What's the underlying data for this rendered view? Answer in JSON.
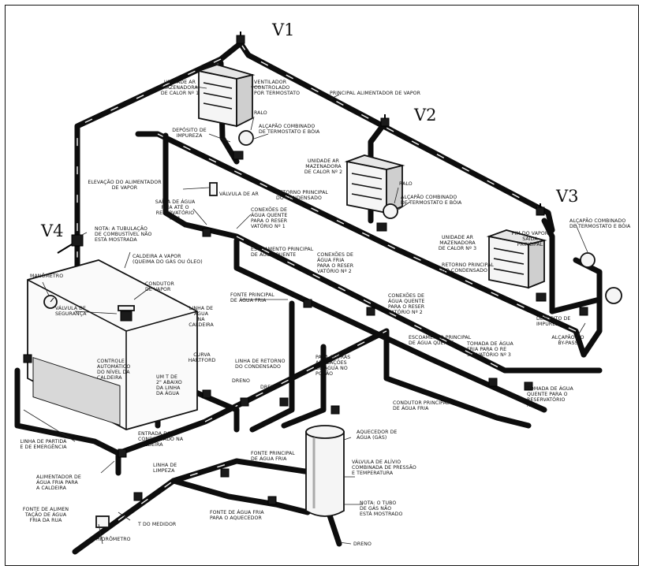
{
  "valves": {
    "v1": "V1",
    "v2": "V2",
    "v3": "V3",
    "v4": "V4"
  },
  "labels": {
    "unit1": [
      "UNIDADE AR",
      "MAZENADORA",
      "DE CALOR Nº 1"
    ],
    "fan": [
      "VENTILADOR",
      "CONTROLADO",
      "POR TERMOSTATO"
    ],
    "main_steam": [
      "PRINCIPAL ALIMENTADOR DE VAPOR"
    ],
    "ralo1": [
      "RALO"
    ],
    "trap1": [
      "ALÇAPÃO COMBINADO",
      "DE TERMOSTATO E BÓIA"
    ],
    "dep1": [
      "DEPÓSITO DE",
      "IMPUREZA"
    ],
    "unit2": [
      "UNIDADE AR",
      "MAZENADORA",
      "DE CALOR Nº 2"
    ],
    "ralo2": [
      "RALO"
    ],
    "trap2": [
      "ALÇAPÃO COMBINADO",
      "DE TERMOSTATO E BÓIA"
    ],
    "riser": [
      "ELEVAÇÃO DO ALIMENTADOR",
      "DE VAPOR"
    ],
    "air_valve": [
      "VÁLVULA DE AR"
    ],
    "cond_return": [
      "RETORNO PRINCIPAL",
      "DO CONDENSADO"
    ],
    "cold_out1": [
      "SAÍDA DE ÁGUA",
      "FRIA ATÉ O",
      "RESERVATÓRIO",
      "Nº 1"
    ],
    "hot_conn1": [
      "CONEXÕES DE",
      "ÁGUA QUENTE",
      "PARA O RESER",
      "VATÓRIO Nº 1"
    ],
    "trap3": [
      "ALÇAPÃO COMBINADO",
      "DE TERMOSTATO E BÓIA"
    ],
    "unit3": [
      "UNIDADE AR",
      "MAZENADORA",
      "DE CALOR Nº 3"
    ],
    "steam_end": [
      "FIM DO VAPOR",
      "SAÍDA",
      "PRINCIPAL"
    ],
    "note_fuel": [
      "NOTA: A TUBULAÇÃO",
      "DE COMBUSTÍVEL NÃO",
      "ESTÁ MOSTRADA"
    ],
    "boiler": [
      "CALDEIRA A VAPOR",
      "(QUEIMA DO GÁS OU ÓLEO)"
    ],
    "hot_drain": [
      "ESCOAMENTO PRINCIPAL",
      "DE ÁGUA QUENTE"
    ],
    "cold_conn2": [
      "CONEXÕES DE",
      "ÁGUA FRIA",
      "PARA O RESER",
      "VATÓRIO Nº 2"
    ],
    "cond_return2": [
      "RETORNO PRINCIPAL",
      "DO CONDENSADO"
    ],
    "manometer": [
      "MANÔMETRO"
    ],
    "safety": [
      "VÁLVULA DE",
      "SEGURANÇA"
    ],
    "steam_cond": [
      "CONDUTOR",
      "DE VAPOR"
    ],
    "cold_source": [
      "FONTE PRINCIPAL",
      "DE ÁGUA FRIA"
    ],
    "water_line": [
      "LINHA DE",
      "ÁGUA",
      "NA",
      "CALDEIRA"
    ],
    "hot_conn2": [
      "CONEXÕES DE",
      "ÁGUA QUENTE",
      "PARA O RESER",
      "VATÓRIO Nº 2"
    ],
    "dep3": [
      "DEPÓSITO DE",
      "IMPUREZA"
    ],
    "bypass": [
      "ALÇAPÃO DO",
      "BY-PASS"
    ],
    "hot_drain2": [
      "ESCOAMENTO PRINCIPAL",
      "DE ÁGUA QUENTE"
    ],
    "cold_tap3": [
      "TOMADA DE ÁGUA",
      "FRIA PARA O RE",
      "SERVATÓRIO Nº 3"
    ],
    "level_ctrl": [
      "CONTROLE",
      "AUTOMÁTICO",
      "DO NÍVEL DA",
      "CALDEIRA"
    ],
    "hartford": [
      "CURVA",
      "HARTFORD"
    ],
    "cond_return_line": [
      "LINHA DE RETORNO",
      "DO CONDENSADO"
    ],
    "t_below": [
      "UM T DE",
      "2\" ABAIXO",
      "DA LINHA",
      "DA ÁGUA"
    ],
    "dreno1": [
      "DRENO"
    ],
    "dreno2": [
      "DRENO"
    ],
    "other_apps": [
      "PARA OUTRAS",
      "APLICAÇÕES",
      "DE ÁGUA NO",
      "PORÃO"
    ],
    "hot_tap3": [
      "TOMADA DE ÁGUA",
      "QUENTE PARA O",
      "RESERVATÓRIO",
      "Nº 3"
    ],
    "cold_conductor": [
      "CONDUTOR PRINCIPAL",
      "DE ÁGUA FRIA"
    ],
    "cond_entry": [
      "ENTRADA DO",
      "CONDENSADO NA",
      "CALDEIRA"
    ],
    "heater": [
      "AQUECEDOR DE",
      "ÁGUA (GÁS)"
    ],
    "relief": [
      "VÁLVULA DE ALÍVIO",
      "COMBINADA DE PRESSÃO",
      "E TEMPERATURA"
    ],
    "start_line": [
      "LINHA DE PARTIDA",
      "E DE EMERGÊNCIA"
    ],
    "cold_source2": [
      "FONTE PRINCIPAL",
      "DE ÁGUA FRIA"
    ],
    "feed_cold": [
      "ALIMENTADOR DE",
      "ÁGUA FRIA PARA",
      "A CALDEIRA"
    ],
    "clean_line": [
      "LINHA DE",
      "LIMPEZA"
    ],
    "street_source": [
      "FONTE DE ALIMEN",
      "TAÇÃO DE ÁGUA",
      "FRIA DA RUA"
    ],
    "t_meter": [
      "T DO MEDIDOR"
    ],
    "heater_source": [
      "FONTE DE ÁGUA FRIA",
      "PARA O AQUECEDOR"
    ],
    "note_gas": [
      "NOTA: O TUBO",
      "DE GÁS NÃO",
      "ESTÁ MOSTRADO"
    ],
    "hydrometer": [
      "HIDRÔMETRO"
    ],
    "dreno3": [
      "DRENO"
    ]
  }
}
